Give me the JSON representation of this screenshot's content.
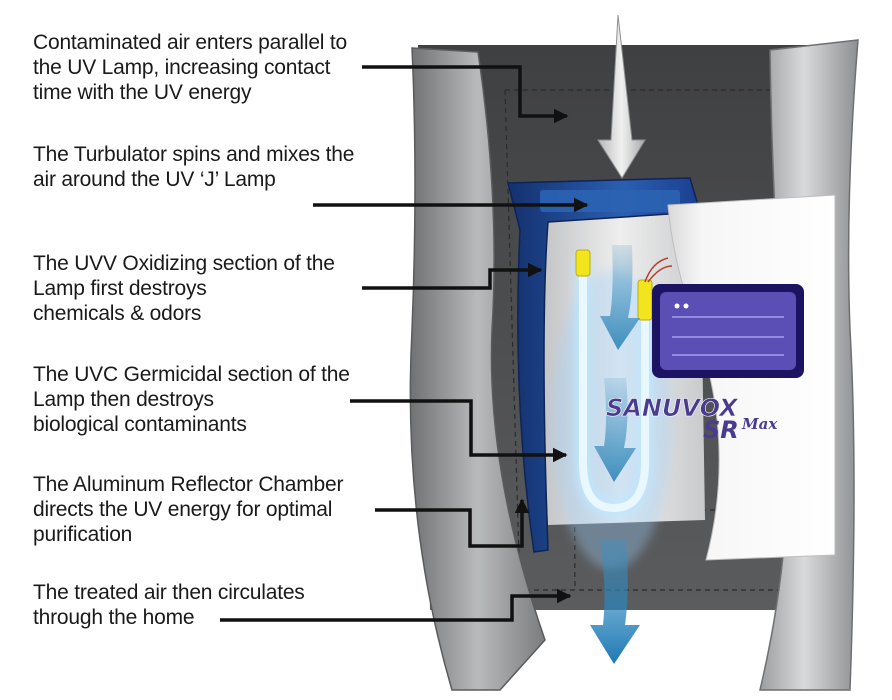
{
  "callouts": [
    {
      "id": "air-intake",
      "lines": [
        "Contaminated air enters parallel to",
        "the UV Lamp, increasing contact",
        "time with the UV energy"
      ]
    },
    {
      "id": "turbulator",
      "lines": [
        "The Turbulator spins and mixes the",
        "air around the UV ‘J’ Lamp"
      ]
    },
    {
      "id": "uvv-section",
      "lines": [
        "The UVV Oxidizing section of the",
        "Lamp first destroys",
        "chemicals & odors"
      ]
    },
    {
      "id": "uvc-section",
      "lines": [
        "The UVC Germicidal section of the",
        "Lamp then destroys",
        "biological contaminants"
      ]
    },
    {
      "id": "reflector",
      "lines": [
        "The Aluminum Reflector Chamber",
        "directs the UV energy for optimal",
        "purification"
      ]
    },
    {
      "id": "treated-air",
      "lines": [
        "The treated air then circulates",
        "through the home"
      ]
    }
  ],
  "brand": {
    "name": "SANUVOX",
    "model": "SR",
    "model_suffix": "Max"
  },
  "colors": {
    "duct": "#8d8f92",
    "duct_light": "#c4c5c7",
    "duct_dark": "#4b4c4e",
    "chamber": "#dcdcdc",
    "blue": "#1b3f8f",
    "blue_light": "#3a7cc0",
    "airflow": "#2f86b8",
    "lamp": "#d8f1ff",
    "lamp_cap": "#f2e41d",
    "label_purple": "#4a3b8f",
    "arrow": "#111111"
  }
}
